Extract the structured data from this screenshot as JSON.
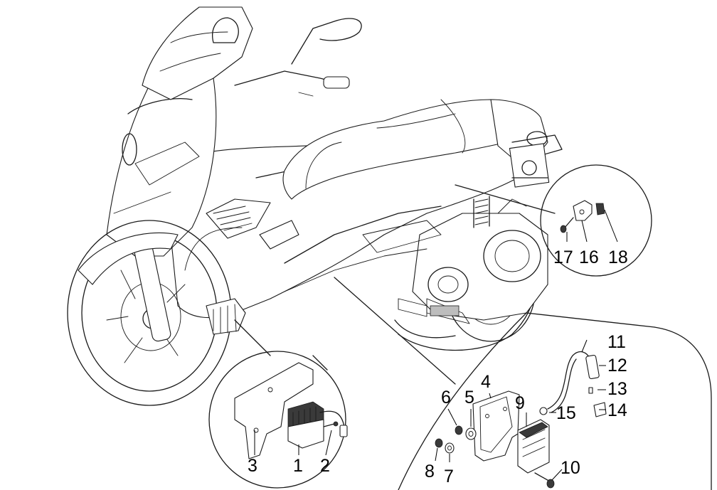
{
  "diagram": {
    "colors": {
      "line": "#1a1a1a",
      "background": "#ffffff",
      "part_shade": "#3a3a3a"
    },
    "callouts": {
      "c1": "1",
      "c2": "2",
      "c3": "3",
      "c4": "4",
      "c5": "5",
      "c6": "6",
      "c7": "7",
      "c8": "8",
      "c9": "9",
      "c10": "10",
      "c11": "11",
      "c12": "12",
      "c13": "13",
      "c14": "14",
      "c15": "15",
      "c16": "16",
      "c17": "17",
      "c18": "18"
    }
  }
}
